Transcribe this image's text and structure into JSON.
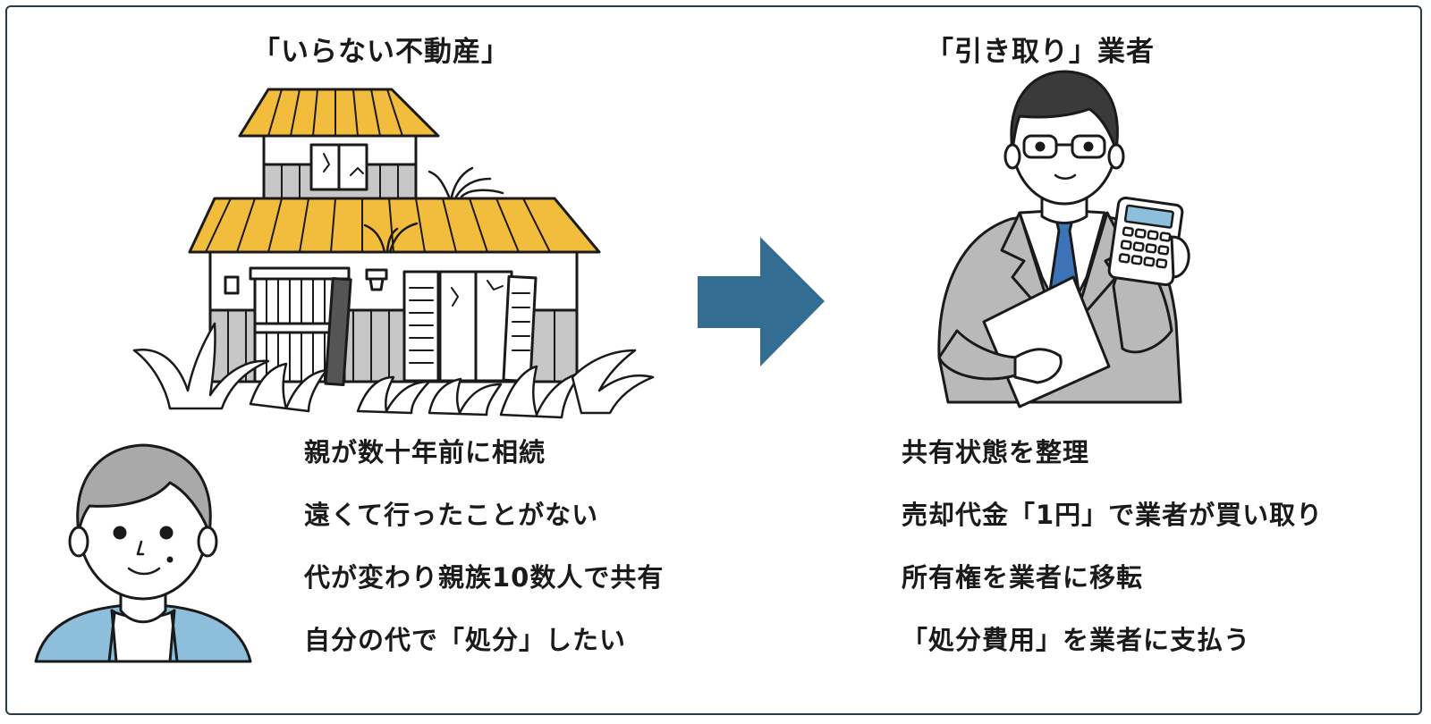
{
  "left": {
    "title": "「いらない不動産」",
    "lines": [
      "親が数十年前に相続",
      "遠くて行ったことがない",
      "代が変わり親族10数人で共有",
      "自分の代で「処分」したい"
    ]
  },
  "right": {
    "title": "「引き取り」業者",
    "lines": [
      "共有状態を整理",
      "売却代金「1円」で業者が買い取り",
      "所有権を業者に移転",
      "「処分費用」を業者に支払う"
    ]
  },
  "icons": {
    "house": "abandoned-house-illustration",
    "owner": "owner-person-illustration",
    "arrow": "right-arrow",
    "agent": "business-agent-with-calculator-illustration"
  },
  "colors": {
    "roof": "#f2bd3c",
    "arrow": "#336e92",
    "suit": "#b9b9b9",
    "tie": "#3d74b8",
    "shirt_blue": "#8dbfdc",
    "hair_gray": "#a9a9a9",
    "hair_dark": "#3a3a3a",
    "outline": "#1a1a1a"
  }
}
